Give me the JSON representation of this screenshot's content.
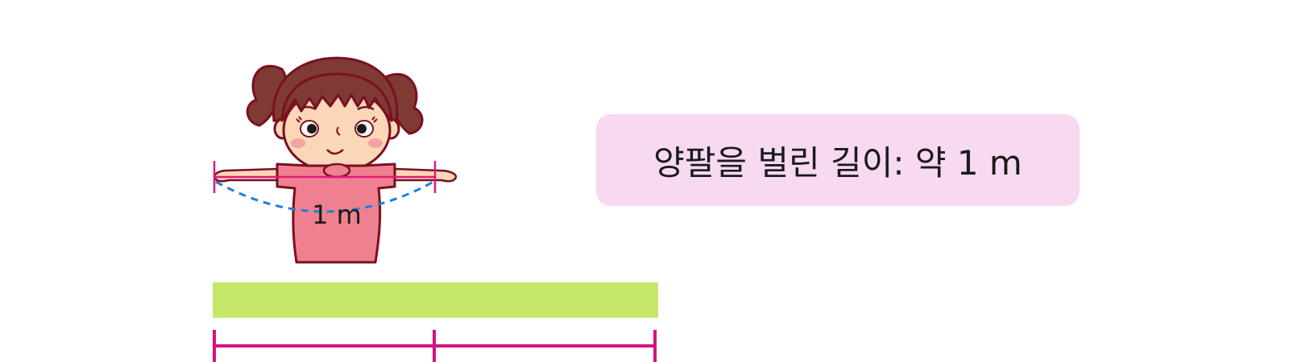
{
  "callout": {
    "text": "양팔을 벌린 길이: 약 1 m",
    "background": "#f7d9f2"
  },
  "figure": {
    "arm_span_label": "1 m",
    "description_icon": "girl-with-outstretched-arms-icon"
  },
  "bar": {
    "color": "#c6e66a",
    "length_in_arm_spans": 2
  },
  "ruler": {
    "color": "#d4147f",
    "segments": 2
  },
  "colors": {
    "measure_line": "#e0197a",
    "arc": "#1e7fe0",
    "hair": "#7e3a33",
    "outline": "#7a1020",
    "skin": "#fbd7b8",
    "shirt": "#ef8090"
  }
}
